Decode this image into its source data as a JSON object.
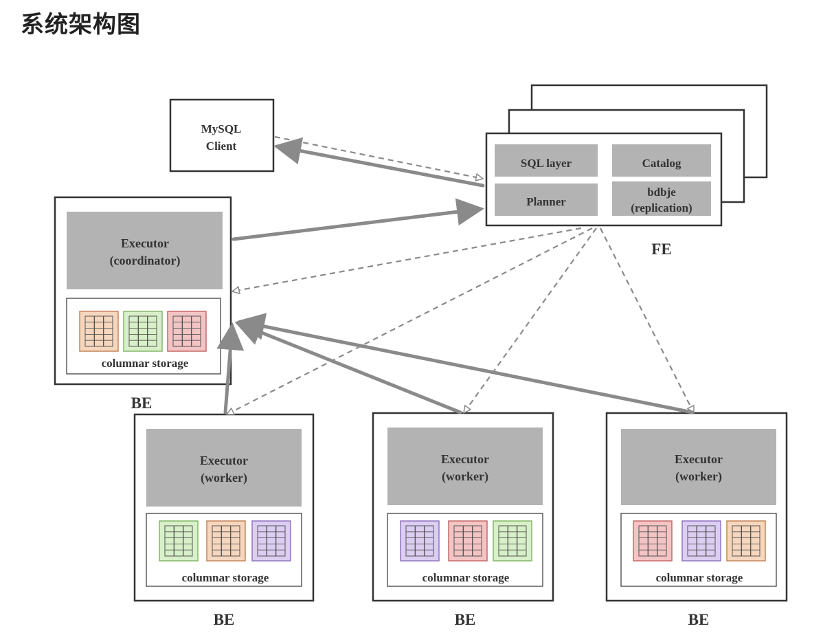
{
  "page_title": "系统架构图",
  "mysql_client": {
    "line1": "MySQL",
    "line2": "Client"
  },
  "fe": {
    "label": "FE",
    "sql_layer": "SQL layer",
    "catalog": "Catalog",
    "planner": "Planner",
    "bdbje_line1": "bdbje",
    "bdbje_line2": "(replication)"
  },
  "coordinator": {
    "executor_line1": "Executor",
    "executor_line2": "(coordinator)",
    "storage_label": "columnar storage",
    "be_label": "BE",
    "table_icons": [
      "orange-table-icon",
      "green-table-icon",
      "red-table-icon"
    ]
  },
  "workers": [
    {
      "executor_line1": "Executor",
      "executor_line2": "(worker)",
      "storage_label": "columnar storage",
      "be_label": "BE",
      "table_icons": [
        "green-table-icon",
        "orange-table-icon",
        "purple-table-icon"
      ]
    },
    {
      "executor_line1": "Executor",
      "executor_line2": "(worker)",
      "storage_label": "columnar storage",
      "be_label": "BE",
      "table_icons": [
        "purple-table-icon",
        "red-table-icon",
        "green-table-icon"
      ]
    },
    {
      "executor_line1": "Executor",
      "executor_line2": "(worker)",
      "storage_label": "columnar storage",
      "be_label": "BE",
      "table_icons": [
        "red-table-icon",
        "purple-table-icon",
        "orange-table-icon"
      ]
    }
  ],
  "colors": {
    "orange": {
      "fill": "#f6d6bd",
      "stroke": "#c4865a"
    },
    "green": {
      "fill": "#d8f0c8",
      "stroke": "#86b56a"
    },
    "red": {
      "fill": "#f4c4c4",
      "stroke": "#c46a6a"
    },
    "purple": {
      "fill": "#dccdf2",
      "stroke": "#8f75c0"
    },
    "box_gray": "#b3b3b3",
    "arrow_gray": "#8a8a8a",
    "border": "#333333"
  }
}
